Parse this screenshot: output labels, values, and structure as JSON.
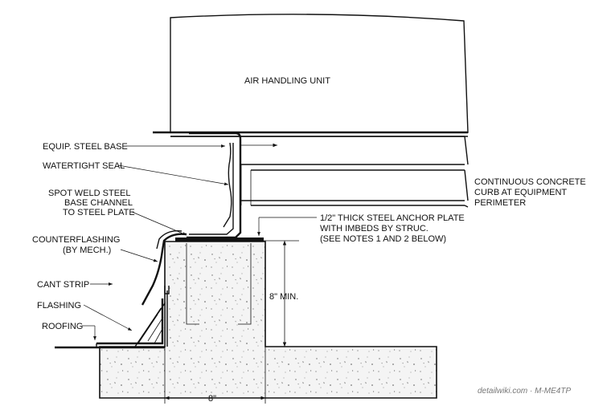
{
  "labels": {
    "unit": "AIR HANDLING UNIT",
    "steel_base": "EQUIP. STEEL BASE",
    "seal": "WATERTIGHT SEAL",
    "spot_weld_1": "SPOT WELD STEEL",
    "spot_weld_2": "BASE CHANNEL",
    "spot_weld_3": "TO STEEL PLATE",
    "counterflashing_1": "COUNTERFLASHING",
    "counterflashing_2": "(BY MECH.)",
    "cant_strip": "CANT STRIP",
    "flashing": "FLASHING",
    "roofing": "ROOFING",
    "curb_1": "CONTINUOUS CONCRETE",
    "curb_2": "CURB AT EQUIPMENT",
    "curb_3": "PERIMETER",
    "plate_1": "1/2\" THICK STEEL ANCHOR PLATE",
    "plate_2": "WITH IMBEDS BY STRUC.",
    "plate_3": "(SEE NOTES 1 AND 2 BELOW)",
    "dim_height": "8\" MIN.",
    "dim_width": "8\""
  },
  "watermark": "detailwiki.com · M-ME4TP",
  "colors": {
    "line": "#111111",
    "concrete": "#f2f2f2",
    "watermark": "#777777"
  }
}
